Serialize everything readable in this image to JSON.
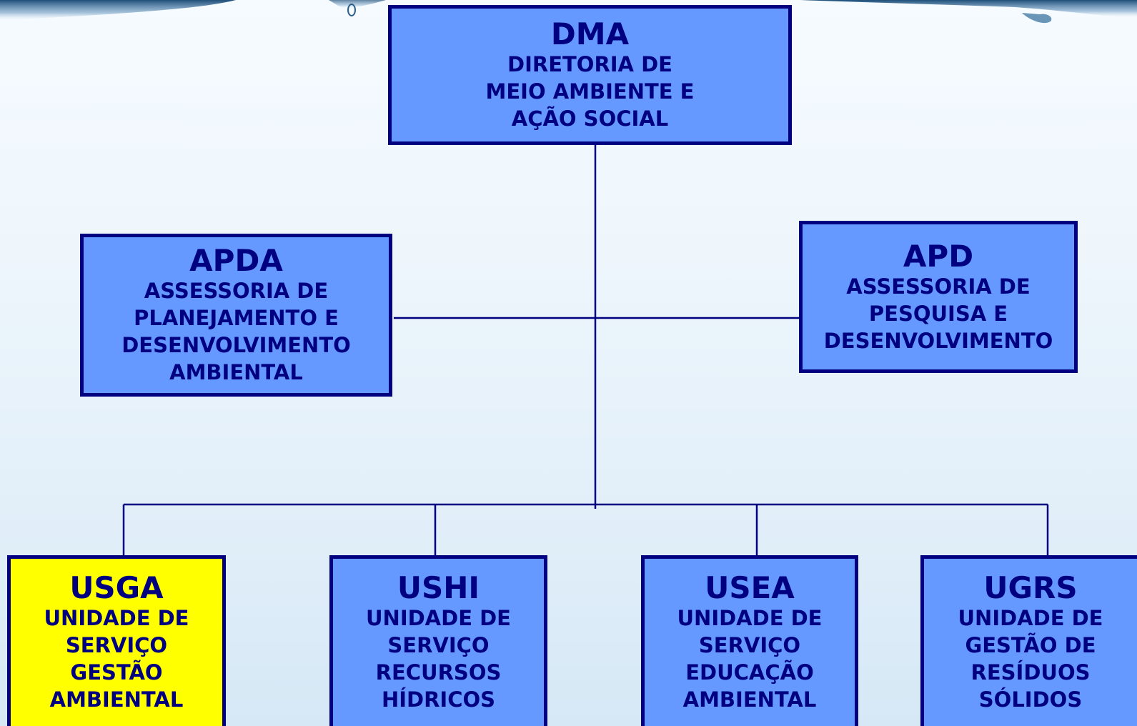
{
  "colors": {
    "box_fill": "#6699ff",
    "box_highlight": "#ffff00",
    "box_border": "#000080",
    "text": "#000080",
    "connector": "#000080"
  },
  "top": {
    "abbr": "DMA",
    "lines": [
      "DIRETORIA DE",
      "MEIO AMBIENTE E",
      "AÇÃO SOCIAL"
    ]
  },
  "advisors": {
    "left": {
      "abbr": "APDA",
      "lines": [
        "ASSESSORIA DE",
        "PLANEJAMENTO E",
        "DESENVOLVIMENTO",
        "AMBIENTAL"
      ]
    },
    "right": {
      "abbr": "APD",
      "lines": [
        "ASSESSORIA DE",
        "PESQUISA E",
        "DESENVOLVIMENTO"
      ]
    }
  },
  "units": [
    {
      "abbr": "USGA",
      "highlighted": true,
      "lines": [
        "UNIDADE DE",
        "SERVIÇO",
        "GESTÃO",
        "AMBIENTAL"
      ]
    },
    {
      "abbr": "USHI",
      "highlighted": false,
      "lines": [
        "UNIDADE DE",
        "SERVIÇO",
        "RECURSOS",
        "HÍDRICOS"
      ]
    },
    {
      "abbr": "USEA",
      "highlighted": false,
      "lines": [
        "UNIDADE DE",
        "SERVIÇO",
        "EDUCAÇÃO",
        "AMBIENTAL"
      ]
    },
    {
      "abbr": "UGRS",
      "highlighted": false,
      "lines": [
        "UNIDADE DE",
        "GESTÃO DE",
        "RESÍDUOS",
        "SÓLIDOS"
      ]
    }
  ]
}
